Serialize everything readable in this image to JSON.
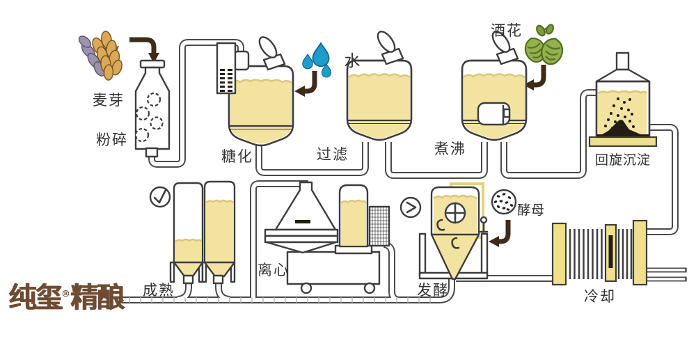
{
  "brand": {
    "part1": "纯玺",
    "registered": "®",
    "part2": "精酿"
  },
  "labels": {
    "malt": "麦芽",
    "crush": "粉碎",
    "mash": "糖化",
    "water": "水",
    "filter": "过滤",
    "boil": "煮沸",
    "hops": "酒花",
    "whirlpool": "回旋沉淀",
    "cool": "冷却",
    "yeast": "酵母",
    "ferment": "发酵",
    "centrifuge": "离心",
    "mature": "成熟"
  },
  "colors": {
    "liquid": "#f3e3a0",
    "plate_yellow": "#f0e08a",
    "panel_yellow": "#e6d27c",
    "arrow_brown": "#3f2b1a",
    "logo_brown": "#6f4b33",
    "water_blue": "#1e9ccb",
    "hops_green": "#93b14c",
    "outline_gray": "#3d3d3d",
    "pipe_gray": "#4a4a4a"
  }
}
